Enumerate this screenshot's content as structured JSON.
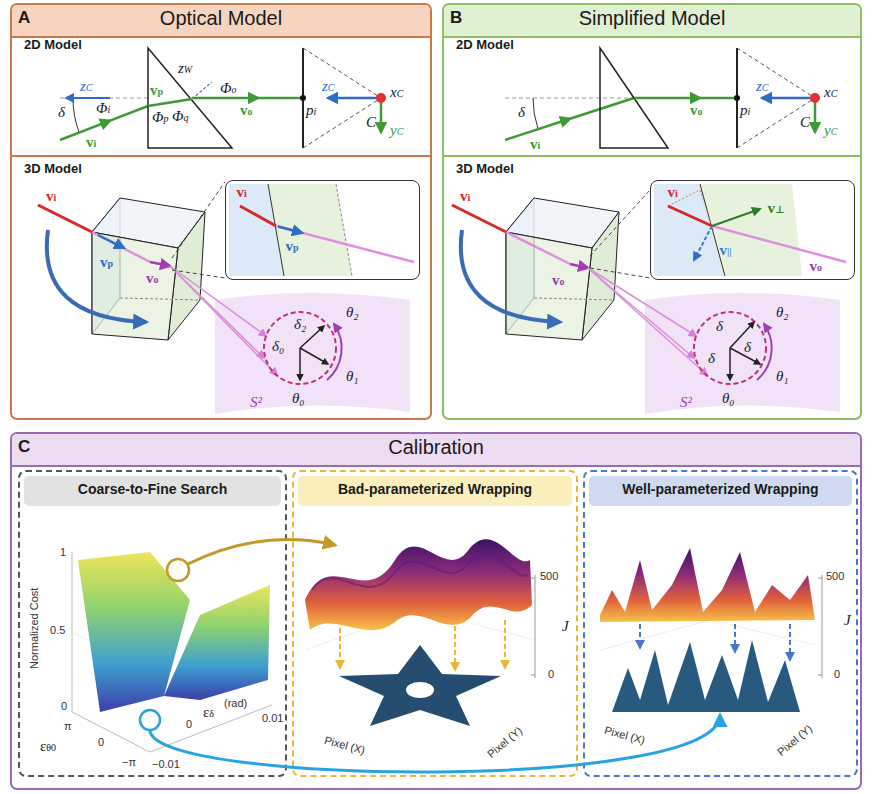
{
  "diagram": {
    "nodes": [
      {
        "text": [
          "A",
          "Optical Model"
        ]
      },
      {
        "text": [
          "vi",
          "vp"
        ],
        "in": 0
      },
      {
        "text": [
          "B",
          "Simplified Model"
        ]
      },
      {
        "text": [
          "vi",
          "v⊥",
          "v||",
          "vo"
        ],
        "in": 2
      },
      {
        "text": [
          "C",
          "Calibration"
        ]
      },
      {
        "text": [
          "Coarse-to-Fine Search"
        ],
        "in": 4
      },
      {
        "text": [
          "Bad-parameterized Wrapping"
        ],
        "in": 4
      },
      {
        "text": [
          "Well-parameterized Wrapping"
        ],
        "in": 4
      }
    ],
    "edges": [
      {
        "from": 5,
        "to": 6,
        "arrow": "to"
      },
      {
        "from": 5,
        "to": 7,
        "arrow": "to"
      }
    ],
    "labels": [
      "2D Model",
      "zC",
      "δ",
      "Φi",
      "vi",
      "vp",
      "Φp",
      "zW",
      "Φq",
      "Φo",
      "vo",
      "pi",
      "zC",
      "xC",
      "C",
      "yC",
      "3D Model",
      "vi",
      "vp",
      "vo",
      "δ₂",
      "δ₀",
      "θ₂",
      "θ₁",
      "θ₀",
      "S²",
      "2D Model",
      "δ",
      "vi",
      "vo",
      "pi",
      "zC",
      "xC",
      "C",
      "yC",
      "3D Model",
      "vi",
      "vo",
      "δ",
      "δ",
      "δ",
      "θ₂",
      "θ₁",
      "θ₀",
      "S²",
      "Normalized Cost",
      "1",
      "0.5",
      "0",
      "π",
      "εθ0",
      "0",
      "−π",
      "−0.01",
      "0",
      "εδ",
      "(rad)",
      "0.01",
      "500",
      "J",
      "0",
      "Pixel (X)",
      "Pixel (Y)",
      "500",
      "J",
      "0",
      "Pixel (X)",
      "Pixel (Y)"
    ]
  }
}
